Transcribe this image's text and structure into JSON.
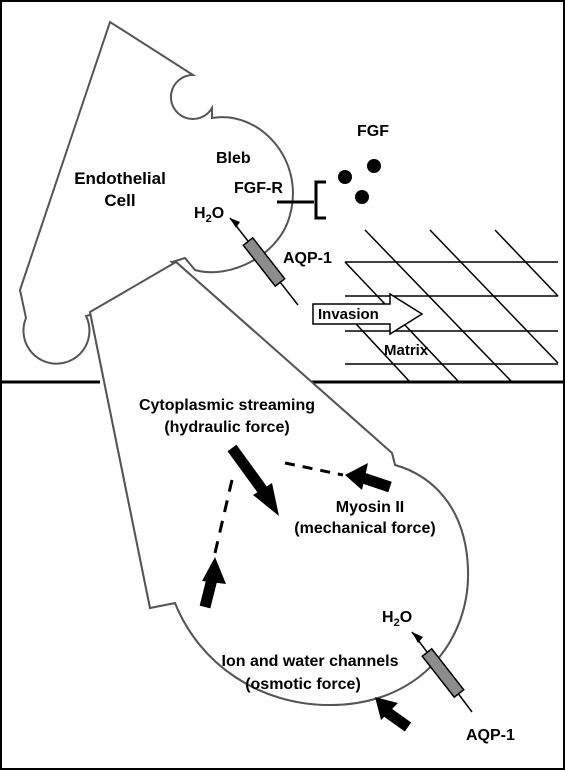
{
  "labels": {
    "endothelial_cell_1": "Endothelial",
    "endothelial_cell_2": "Cell",
    "bleb": "Bleb",
    "fgf": "FGF",
    "fgf_r": "FGF-R",
    "h2o_top": "H",
    "h2o_top_sub": "2",
    "h2o_top_o": "O",
    "aqp1_top": "AQP-1",
    "invasion": "Invasion",
    "matrix": "Matrix",
    "cyto_1": "Cytoplasmic streaming",
    "cyto_2": "(hydraulic force)",
    "myosin_1": "Myosin II",
    "myosin_2": "(mechanical force)",
    "ion_1": "Ion and water channels",
    "ion_2": "(osmotic force)",
    "h2o_bottom": "H",
    "h2o_bottom_sub": "2",
    "h2o_bottom_o": "O",
    "aqp1_bottom": "AQP-1"
  },
  "colors": {
    "outline": "#555555",
    "channel": "#8c8c8c",
    "ink": "#000000",
    "background": "#ffffff"
  }
}
